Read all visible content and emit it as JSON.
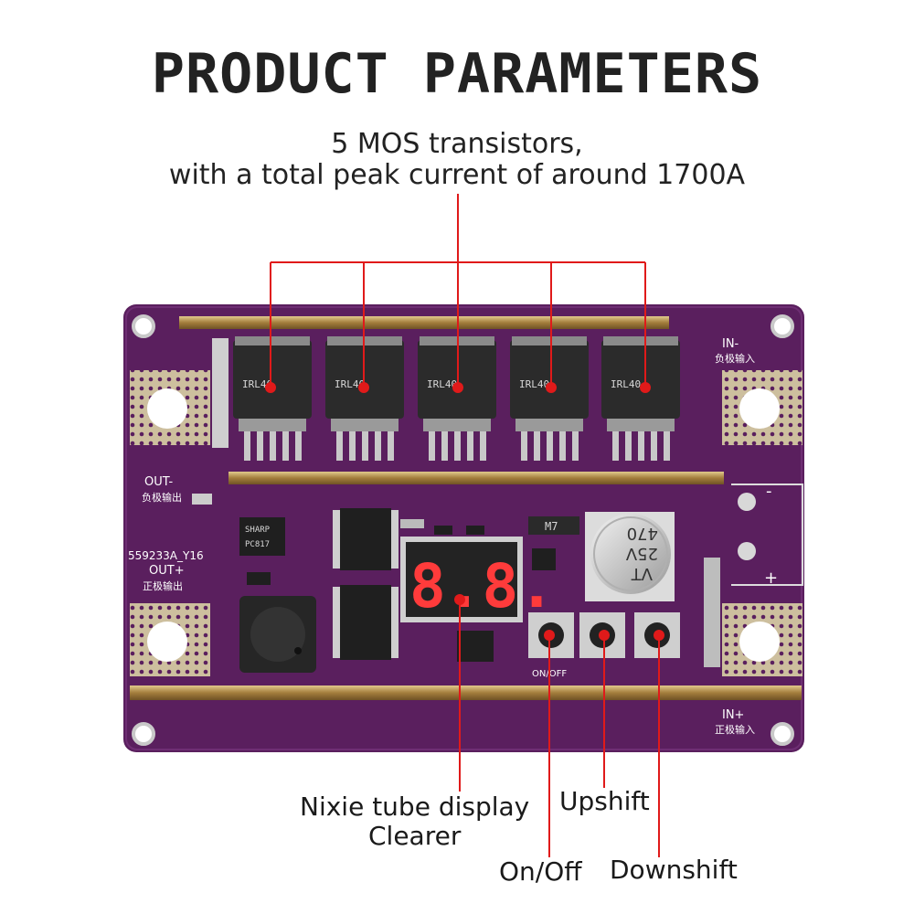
{
  "title": "PRODUCT PARAMETERS",
  "mos_caption": {
    "line1": "5 MOS transistors,",
    "line2": "with a total peak current of around 1700A"
  },
  "callouts": {
    "display_line1": "Nixie tube display",
    "display_line2": "Clearer",
    "upshift": "Upshift",
    "onoff": "On/Off",
    "downshift": "Downshift"
  },
  "board": {
    "in_neg": "IN-",
    "in_neg_cn": "负极输入",
    "out_neg": "OUT-",
    "out_neg_cn": "负极输出",
    "model": "559233A_Y16",
    "out_pos": "OUT+",
    "out_pos_cn": "正极输出",
    "in_pos": "IN+",
    "in_pos_cn": "正极输入",
    "button_label": "ON/OFF",
    "terminal_minus": "-",
    "terminal_plus": "+",
    "capacitor_value": "470",
    "capacitor_rating": "25V",
    "capacitor_vt": "VT",
    "optocoupler": "SHARP",
    "optocoupler_part": "PC817",
    "mosfet_marking": "IRL40",
    "display_digits": "8.8.",
    "diode_marking": "M7"
  },
  "colors": {
    "pcb": "#5a1f5e",
    "copper_bar": "#b08d4a",
    "callout_line": "#e01a1a",
    "display_segment": "#ff3b3b"
  }
}
